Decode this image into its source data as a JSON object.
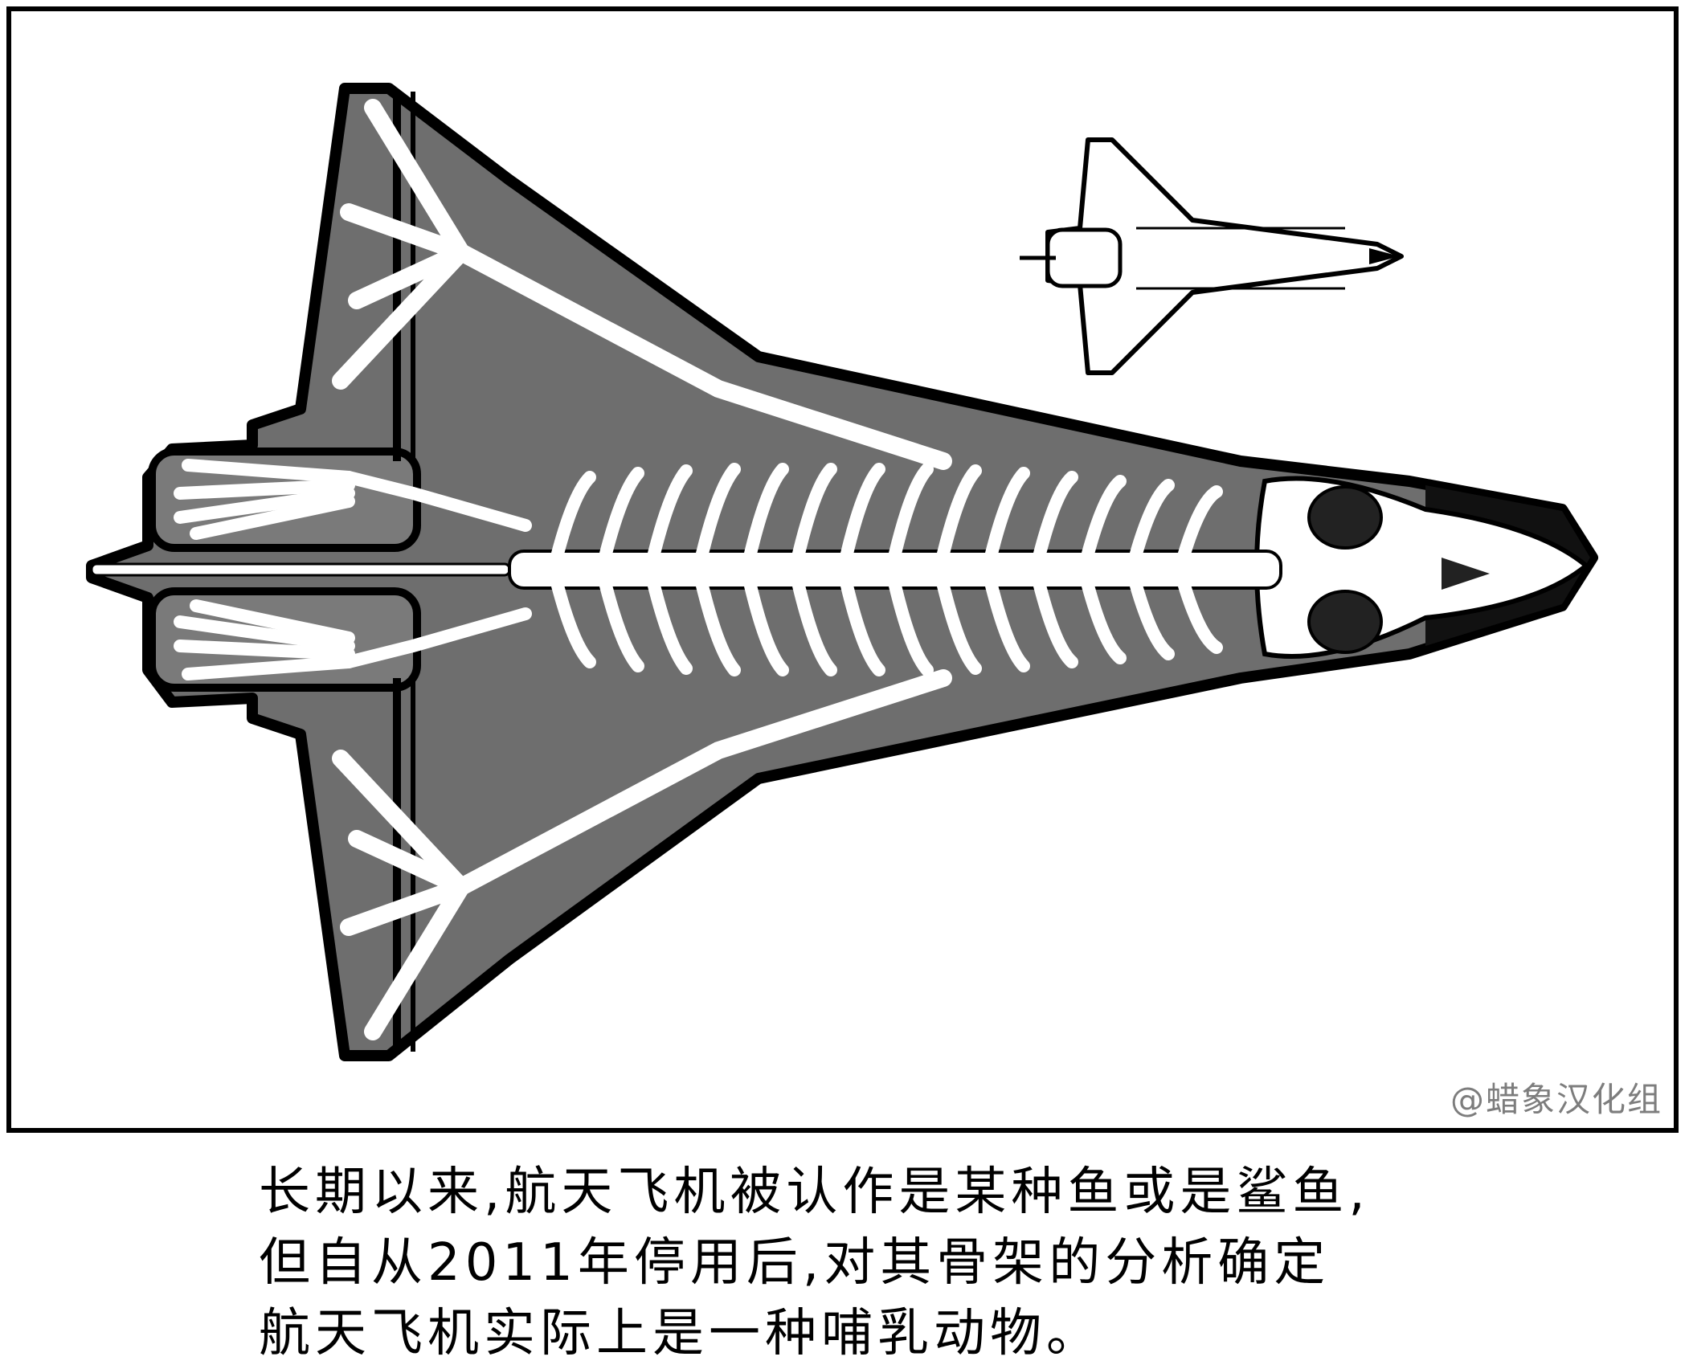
{
  "comic": {
    "caption_lines": [
      "长期以来,航天飞机被认作是某种鱼或是鲨鱼,",
      "但自从2011年停用后,对其骨架的分析确定",
      "航天飞机实际上是一种哺乳动物。"
    ],
    "watermark": "@蜡象汉化组"
  },
  "colors": {
    "ink": "#000000",
    "hull_gray": "#6e6e6e",
    "bone": "#ffffff",
    "paper": "#ffffff"
  }
}
